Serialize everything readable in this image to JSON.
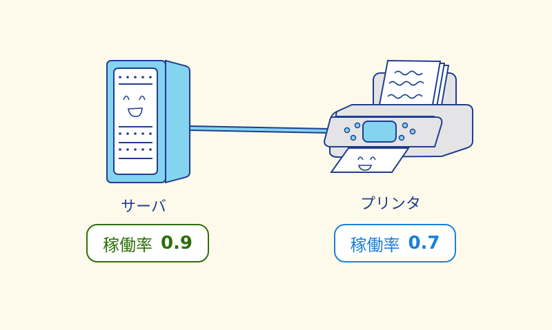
{
  "server": {
    "label": "サーバ",
    "metric_label": "稼働率",
    "metric_value": "0.9",
    "color": "#2e6f0a"
  },
  "printer": {
    "label": "プリンタ",
    "metric_label": "稼働率",
    "metric_value": "0.7",
    "color": "#1a7fd8"
  },
  "colors": {
    "outline": "#1f3d8f",
    "device_blue": "#84d3ef",
    "printer_gray": "#e4e4e6",
    "background": "#fefaeb"
  }
}
